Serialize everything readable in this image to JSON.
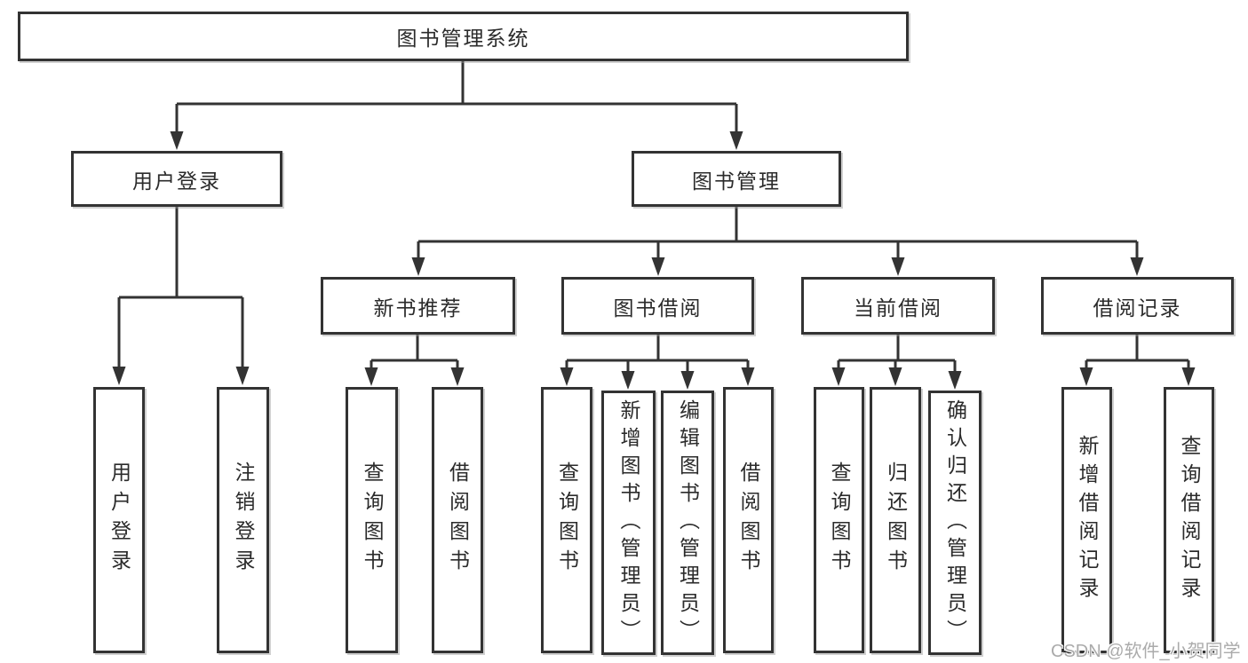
{
  "diagram": {
    "title": "图书管理系统",
    "level2": {
      "user_login": "用户登录",
      "book_mgmt": "图书管理"
    },
    "level3": {
      "new_book": "新书推荐",
      "book_borrow": "图书借阅",
      "current_borrow": "当前借阅",
      "borrow_records": "借阅记录"
    },
    "leaves": {
      "user_login": [
        "用户登录",
        "注销登录"
      ],
      "new_book": [
        "查询图书",
        "借阅图书"
      ],
      "book_borrow": [
        "查询图书",
        "新增图书（管理员）",
        "编辑图书（管理员）",
        "借阅图书"
      ],
      "current_borrow": [
        "查询图书",
        "归还图书",
        "确认归还（管理员）"
      ],
      "borrow_records": [
        "新增借阅记录",
        "查询借阅记录"
      ]
    }
  },
  "watermark": "CSDN @软件_小贺同学",
  "colors": {
    "line": "#333333",
    "text": "#2b2b2b",
    "box_bg": "#ffffff",
    "background": "#ffffff",
    "watermark": "#ababab"
  }
}
